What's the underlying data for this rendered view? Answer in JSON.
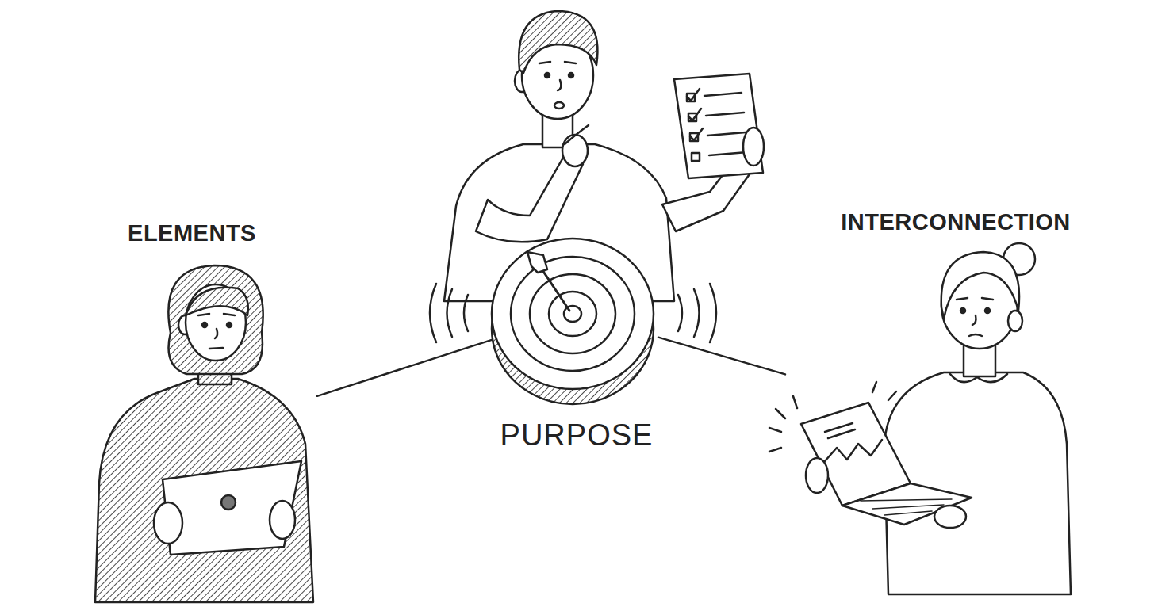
{
  "diagram": {
    "nodes": [
      {
        "text": [
          "ELEMENTS"
        ]
      },
      {
        "text": [
          "PURPOSE"
        ]
      },
      {
        "text": [
          "INTERCONNECTION"
        ]
      }
    ],
    "edges": [
      {
        "from": 1,
        "to": 0,
        "arrow": "none"
      },
      {
        "from": 1,
        "to": 2,
        "arrow": "none"
      }
    ]
  }
}
